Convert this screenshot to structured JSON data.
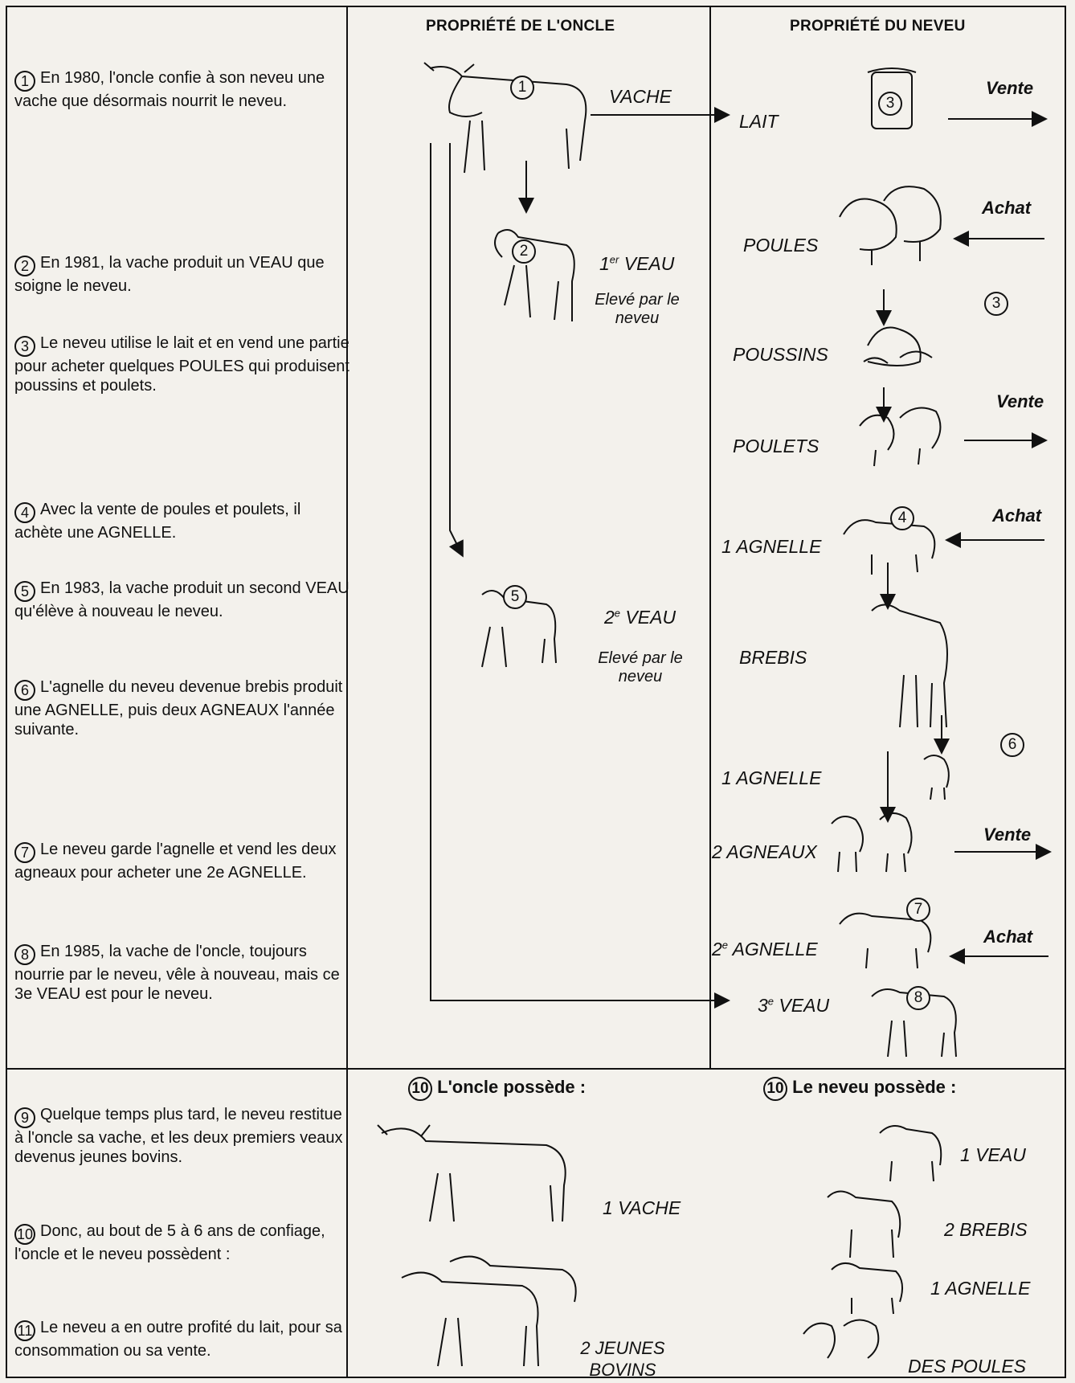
{
  "headers": {
    "uncle": "PROPRIÉTÉ DE L'ONCLE",
    "nephew": "PROPRIÉTÉ DU NEVEU"
  },
  "steps": [
    {
      "num": "1",
      "text": "En 1980, l'oncle confie à son neveu une vache que désormais nourrit le neveu."
    },
    {
      "num": "2",
      "text": "En 1981, la vache produit un VEAU que soigne le neveu."
    },
    {
      "num": "3",
      "text": "Le neveu utilise le lait et en vend une partie pour acheter quelques POULES qui produisent poussins et poulets."
    },
    {
      "num": "4",
      "text": "Avec la vente de poules et poulets, il achète une AGNELLE."
    },
    {
      "num": "5",
      "text": "En 1983, la vache produit un second VEAU qu'élève à nouveau le neveu."
    },
    {
      "num": "6",
      "text": "L'agnelle du neveu devenue brebis produit une AGNELLE, puis deux AGNEAUX l'année suivante."
    },
    {
      "num": "7",
      "text": "Le neveu garde l'agnelle et vend les deux agneaux pour acheter une 2e AGNELLE."
    },
    {
      "num": "8",
      "text": "En 1985, la vache de l'oncle, toujours nourrie par le neveu, vêle à nouveau, mais ce 3e VEAU est pour le neveu."
    },
    {
      "num": "9",
      "text": "Quelque temps plus tard, le neveu restitue à l'oncle sa vache, et les deux premiers veaux devenus jeunes bovins."
    },
    {
      "num": "10",
      "text": "Donc, au bout de 5 à 6 ans de confiage, l'oncle et le neveu possèdent :"
    },
    {
      "num": "11",
      "text": "Le neveu a en outre profité du lait, pour sa consommation ou sa vente."
    }
  ],
  "flow": {
    "vache": "VACHE",
    "lait": "LAIT",
    "veau1_num": "1",
    "veau1_sup": "er",
    "veau1_word": " VEAU",
    "eleve1": "Elevé par le neveu",
    "poules": "POULES",
    "poussins": "POUSSINS",
    "poulets": "POULETS",
    "agnelle1": "1 AGNELLE",
    "veau2_num": "2",
    "veau2_sup": "e",
    "veau2_word": " VEAU",
    "eleve2": "Elevé par le neveu",
    "brebis": "BREBIS",
    "agnelle_b": "1 AGNELLE",
    "agneaux": "2 AGNEAUX",
    "agnelle2_num": "2",
    "agnelle2_sup": "e",
    "agnelle2_word": " AGNELLE",
    "veau3_num": "3",
    "veau3_sup": "e",
    "veau3_word": " VEAU"
  },
  "actions": {
    "vente1": "Vente",
    "achat1": "Achat",
    "vente2": "Vente",
    "achat2": "Achat",
    "vente3": "Vente",
    "achat3": "Achat"
  },
  "markers": [
    "1",
    "2",
    "3",
    "3",
    "4",
    "5",
    "6",
    "7",
    "8"
  ],
  "summary": {
    "uncle_title": "L'oncle possède :",
    "nephew_title": "Le neveu possède :",
    "title_num": "10",
    "uncle_items": [
      "1 VACHE",
      "2 JEUNES BOVINS"
    ],
    "nephew_items": [
      "1 VEAU",
      "2 BREBIS",
      "1 AGNELLE",
      "DES POULES"
    ]
  }
}
